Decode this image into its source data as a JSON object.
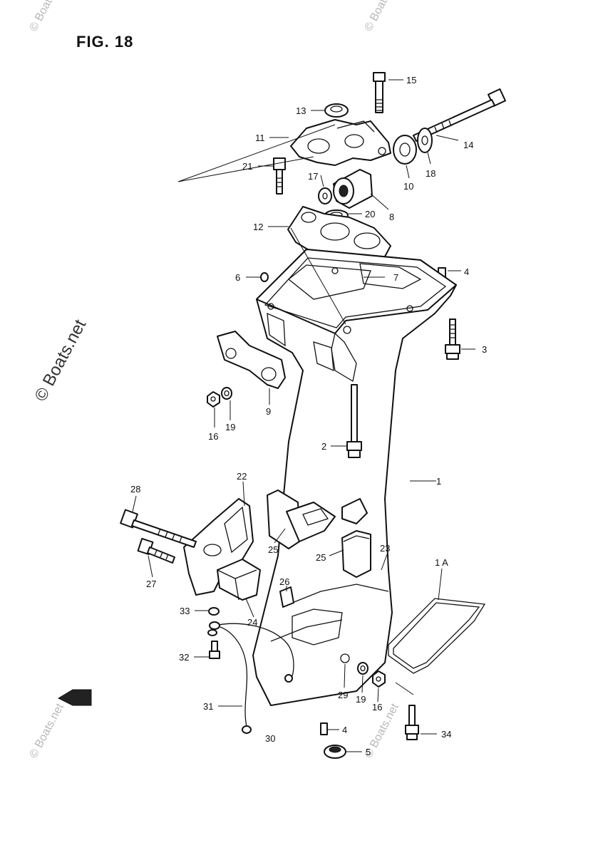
{
  "figure": {
    "title": "FIG. 18"
  },
  "watermark": {
    "vertical_text": "© Boats.net",
    "small_text": "© Boats.net"
  },
  "callouts": [
    {
      "id": "c15",
      "text": "15"
    },
    {
      "id": "c13",
      "text": "13"
    },
    {
      "id": "c11",
      "text": "11"
    },
    {
      "id": "c14",
      "text": "14"
    },
    {
      "id": "c21",
      "text": "21"
    },
    {
      "id": "c17",
      "text": "17"
    },
    {
      "id": "c18",
      "text": "18"
    },
    {
      "id": "c10",
      "text": "10"
    },
    {
      "id": "c8",
      "text": "8"
    },
    {
      "id": "c20",
      "text": "20"
    },
    {
      "id": "c12",
      "text": "12"
    },
    {
      "id": "c6",
      "text": "6"
    },
    {
      "id": "c7",
      "text": "7"
    },
    {
      "id": "c4a",
      "text": "4"
    },
    {
      "id": "c3",
      "text": "3"
    },
    {
      "id": "c9",
      "text": "9"
    },
    {
      "id": "c16a",
      "text": "16"
    },
    {
      "id": "c19a",
      "text": "19"
    },
    {
      "id": "c2",
      "text": "2"
    },
    {
      "id": "c1",
      "text": "1"
    },
    {
      "id": "c22",
      "text": "22"
    },
    {
      "id": "c28",
      "text": "28"
    },
    {
      "id": "c25a",
      "text": "25"
    },
    {
      "id": "c25b",
      "text": "25"
    },
    {
      "id": "c23",
      "text": "23"
    },
    {
      "id": "c1a",
      "text": "1 A"
    },
    {
      "id": "c27",
      "text": "27"
    },
    {
      "id": "c26",
      "text": "26"
    },
    {
      "id": "c33",
      "text": "33"
    },
    {
      "id": "c24",
      "text": "24"
    },
    {
      "id": "c32",
      "text": "32"
    },
    {
      "id": "c29",
      "text": "29"
    },
    {
      "id": "c19b",
      "text": "19"
    },
    {
      "id": "c16b",
      "text": "16"
    },
    {
      "id": "c31",
      "text": "31"
    },
    {
      "id": "c4b",
      "text": "4"
    },
    {
      "id": "c34",
      "text": "34"
    },
    {
      "id": "c30",
      "text": "30"
    },
    {
      "id": "c5",
      "text": "5"
    }
  ]
}
